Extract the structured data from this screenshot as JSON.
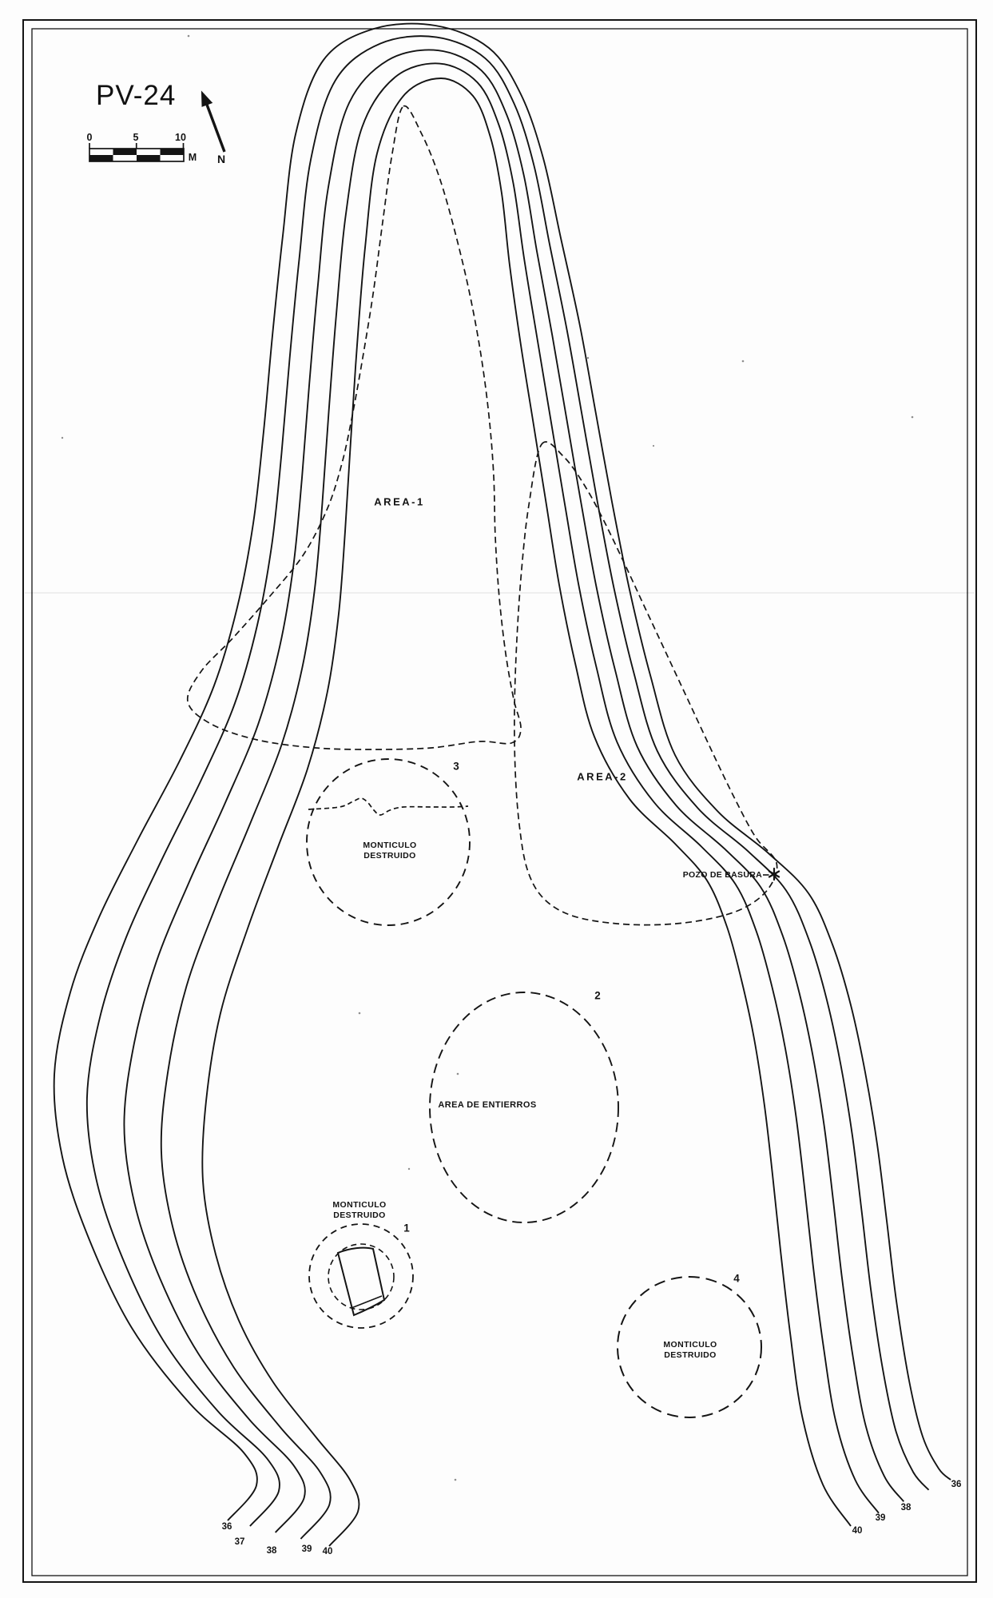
{
  "page": {
    "background": "#fdfdfd",
    "ink": "#141414"
  },
  "map": {
    "title": "PV-24",
    "north": {
      "label": "N"
    },
    "scale_bar": {
      "ticks": [
        "0",
        "5",
        "10"
      ],
      "unit": "M"
    },
    "areas": {
      "area1": {
        "label": "AREA-1"
      },
      "area2": {
        "label": "AREA-2"
      }
    },
    "features": {
      "mound3": {
        "number": "3",
        "line1": "MONTICULO",
        "line2": "DESTRUIDO"
      },
      "burials": {
        "number": "2",
        "label": "AREA DE ENTIERROS"
      },
      "mound1": {
        "number": "1",
        "line1": "MONTICULO",
        "line2": "DESTRUIDO"
      },
      "mound4": {
        "number": "4",
        "line1": "MONTICULO",
        "line2": "DESTRUIDO"
      },
      "trash_pit": {
        "label": "POZO DE BASURA"
      }
    },
    "contour_labels": {
      "left": [
        "36",
        "37",
        "38",
        "39",
        "40"
      ],
      "right": [
        "36",
        "38",
        "39",
        "40"
      ]
    }
  }
}
